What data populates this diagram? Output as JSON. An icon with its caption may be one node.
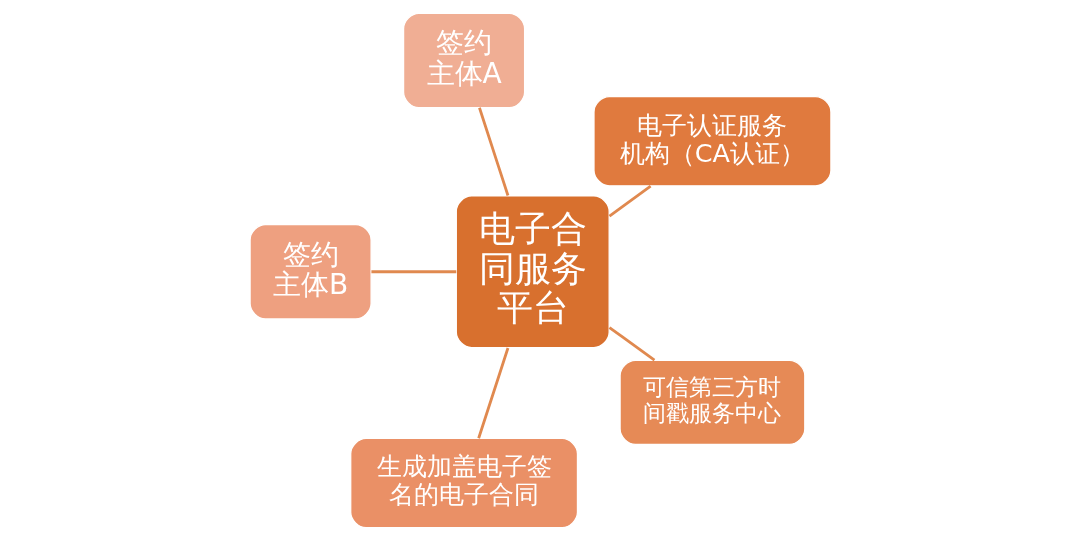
{
  "diagram": {
    "nodes": [
      {
        "text": [
          "签约主体A"
        ]
      },
      {
        "text": [
          "电子认证服务机构（CA认证）"
        ]
      },
      {
        "text": [
          "电子合同服务平台"
        ]
      },
      {
        "text": [
          "签约主体B"
        ]
      },
      {
        "text": [
          "可信第三方时间戳服务中心"
        ]
      },
      {
        "text": [
          "生成加盖电子签名的电子合同"
        ]
      }
    ],
    "edges": [
      {
        "from": 2,
        "to": 0,
        "arrow": "none"
      },
      {
        "from": 2,
        "to": 1,
        "arrow": "none"
      },
      {
        "from": 2,
        "to": 4,
        "arrow": "none"
      },
      {
        "from": 2,
        "to": 5,
        "arrow": "none"
      },
      {
        "from": 2,
        "to": 3,
        "arrow": "none"
      }
    ]
  }
}
